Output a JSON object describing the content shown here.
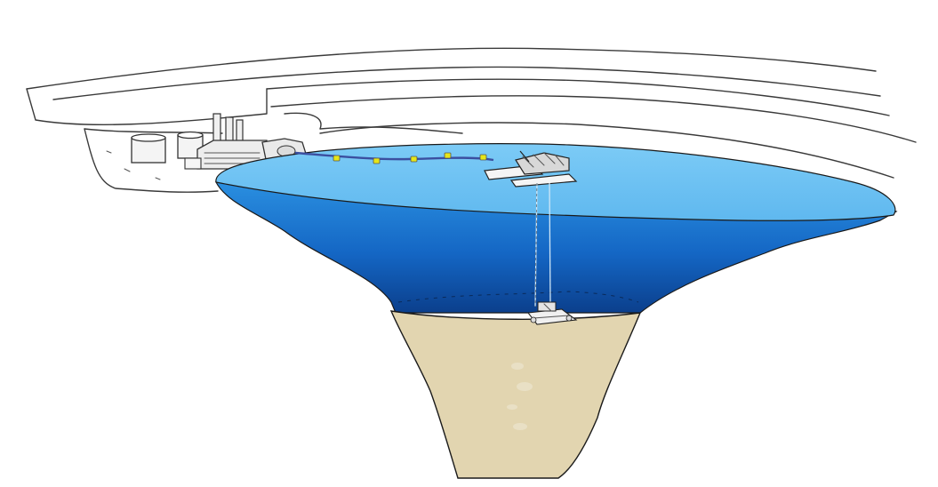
{
  "diagram": {
    "colors": {
      "background": "#ffffff",
      "water_surface": "#74c7f4",
      "water_deep_top": "#1e7fd6",
      "water_deep_bottom": "#0b3f8c",
      "sediment": "#e2d5b0",
      "sketch_line": "#3a3a3a",
      "buoy": "#e6e619",
      "pipeline": "#3b4fa0"
    },
    "components": [
      {
        "name": "pit-rim-terraces",
        "icon": "terrace-lines"
      },
      {
        "name": "processing-plant",
        "icon": "factory-icon"
      },
      {
        "name": "floating-pipeline",
        "icon": "pipeline-with-buoys"
      },
      {
        "name": "dredge-barge",
        "icon": "barge-icon"
      },
      {
        "name": "pit-lake",
        "icon": "water-body"
      },
      {
        "name": "underwater-miner",
        "icon": "miner-icon"
      },
      {
        "name": "sediment-infill",
        "icon": "sand-fill"
      }
    ]
  }
}
